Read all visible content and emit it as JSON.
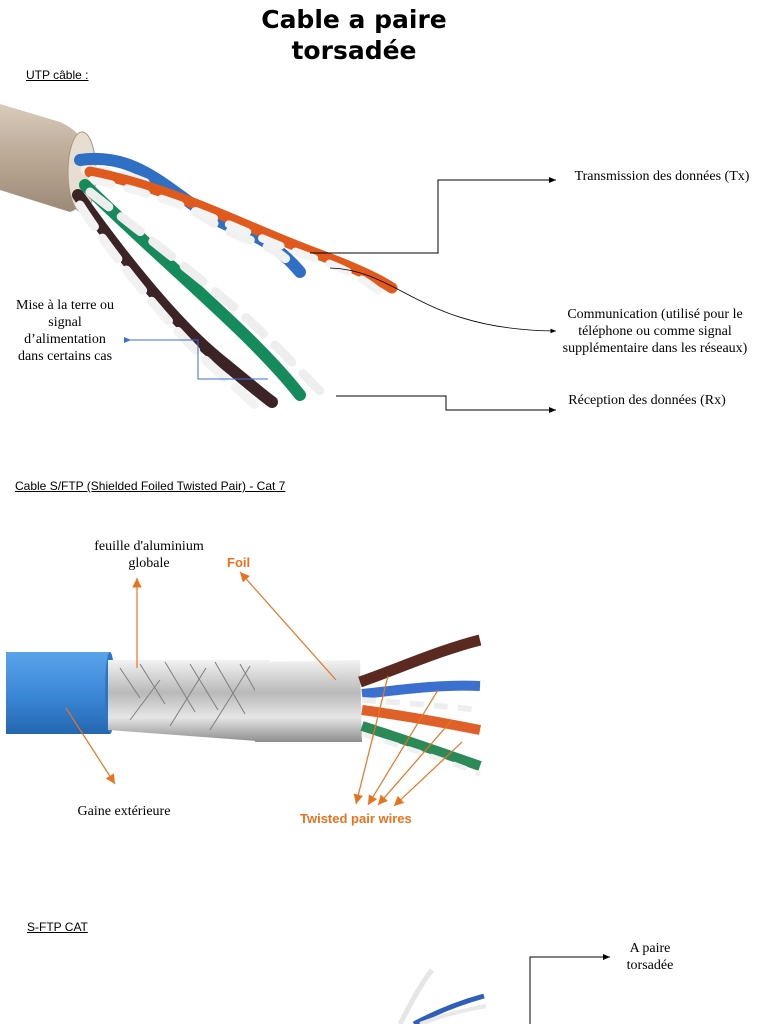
{
  "page": {
    "title_line1": "Cable a paire",
    "title_line2": "torsadée"
  },
  "utp": {
    "heading": "UTP câble :",
    "tx_label": "Transmission des données (Tx)",
    "comm_label": "Communication (utilisé pour le téléphone ou comme signal supplémentaire dans les réseaux)",
    "rx_label": "Réception des données (Rx)",
    "ground_label": "Mise à la terre ou signal d’alimentation dans certains cas"
  },
  "sftp": {
    "heading": "Cable S/FTP (Shielded Foiled Twisted Pair) - Cat 7",
    "aluminium_label": "feuille d'aluminium globale",
    "foil_label": "Foil",
    "sheath_label": "Gaine extérieure",
    "twisted_label": "Twisted pair wires"
  },
  "sftp_cat": {
    "heading": "S-FTP CAT",
    "pair_label": "A paire torsadée"
  },
  "colors": {
    "arrow_orange": "#e8731f",
    "leader_blue": "#3a6fd8",
    "cable_blue": "#3a86d6",
    "jacket_grey": "#c9b9a8"
  }
}
